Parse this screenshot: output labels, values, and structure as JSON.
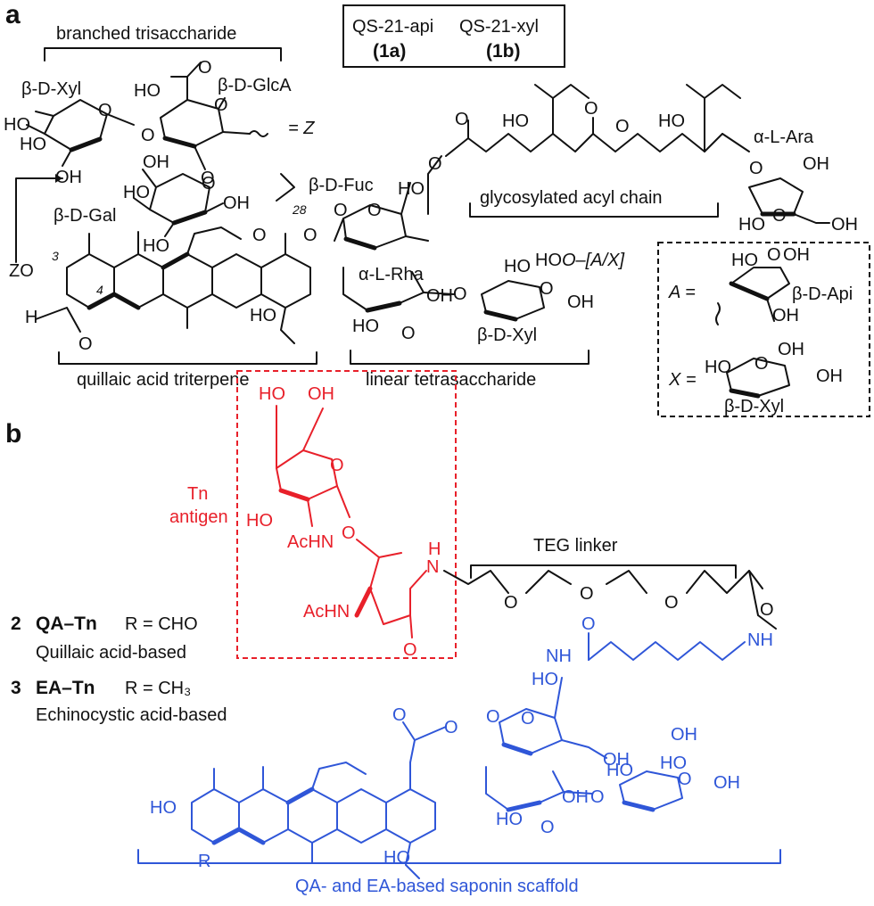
{
  "panel_a": {
    "label": "a",
    "compounds_box": {
      "c1_name": "QS-21-api",
      "c1_num": "(1a)",
      "c2_name": "QS-21-xyl",
      "c2_num": "(1b)"
    },
    "branched_trisaccharide": "branched trisaccharide",
    "xyl_label": "β-D-Xyl",
    "glca_label": "β-D-GlcA",
    "gal_label": "β-D-Gal",
    "z_eq": "= Z",
    "fuc_label": "β-D-Fuc",
    "rha_label": "α-L-Rha",
    "xyl2_label": "β-D-Xyl",
    "ara_label": "α-L-Ara",
    "acyl_chain": "glycosylated acyl chain",
    "triterpene": "quillaic acid triterpene",
    "tetrasaccharide": "linear tetrasaccharide",
    "ax_label": "O–[A/X]",
    "c28": "28",
    "c3": "3",
    "c4": "4",
    "zo": "ZO",
    "h": "H",
    "inset": {
      "a_eq": "A =",
      "api_label": "β-D-Api",
      "x_eq": "X =",
      "xyl_label": "β-D-Xyl"
    }
  },
  "panel_b": {
    "label": "b",
    "tn_line1": "Tn",
    "tn_line2": "antigen",
    "teg_linker": "TEG linker",
    "c2_num": "2",
    "c2_name": "QA–Tn",
    "c2_r": "R = CHO",
    "c2_desc": "Quillaic acid-based",
    "c3_num": "3",
    "c3_name": "EA–Tn",
    "c3_r": "R = CH₃",
    "c3_desc": "Echinocystic acid-based",
    "scaffold": "QA- and EA-based saponin scaffold",
    "achn1": "AcHN",
    "achn2": "AcHN",
    "nh1": "H",
    "nh1n": "N",
    "nh2": "NH",
    "nh3": "NH",
    "r": "R",
    "ho": "HO"
  },
  "colors": {
    "tn_red": "#e8202a",
    "scaffold_blue": "#2f56d8",
    "text": "#111111"
  }
}
